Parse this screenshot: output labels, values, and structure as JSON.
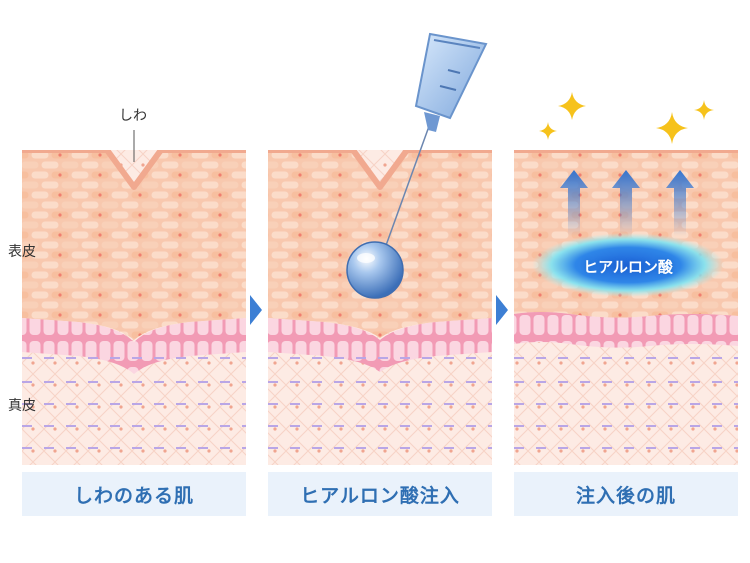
{
  "labels": {
    "wrinkle": "しわ",
    "epidermis": "表皮",
    "dermis": "真皮"
  },
  "panels": [
    {
      "caption": "しわのある肌"
    },
    {
      "caption": "ヒアルロン酸注入"
    },
    {
      "caption": "注入後の肌"
    }
  ],
  "hyaluronic_label": "ヒアルロン酸",
  "colors": {
    "skin_top": "#f6cdb8",
    "cell_light": "#fbd6c2",
    "cell_dark": "#f5b48e",
    "nucleus": "#f2716b",
    "basal_pink": "#f4a9bf",
    "basal_cell": "#fbd3df",
    "dermis_bg": "#fde9e2",
    "dermis_line": "#b7a6e4",
    "arrow_blue": "#3d7fd4",
    "caption_bg": "#eaf2fb",
    "caption_text": "#2f6fb3",
    "sparkle": "#f6c21b"
  }
}
